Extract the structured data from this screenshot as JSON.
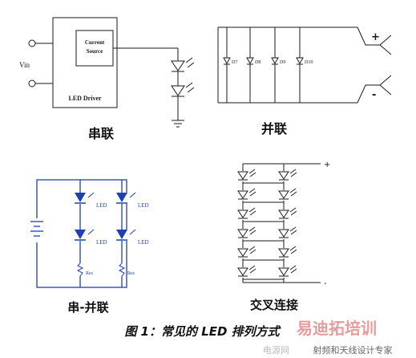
{
  "series_panel": {
    "vin": "Vin",
    "current_source_line1": "Current",
    "current_source_line2": "Source",
    "driver": "LED Driver",
    "caption": "串联"
  },
  "parallel_panel": {
    "plus": "+",
    "minus": "-",
    "leds": [
      "D7",
      "D8",
      "D9",
      "D10"
    ],
    "caption": "并联"
  },
  "series_parallel_panel": {
    "led_label": "LED",
    "res_label": "Res",
    "caption": "串-并联"
  },
  "cross_panel": {
    "plus": "+",
    "minus": "-",
    "caption": "交叉连接"
  },
  "figure": {
    "caption": "图 1：常见的 LED 排列方式"
  },
  "watermark": {
    "brand": "易迪拓培训",
    "site": "电源网",
    "slogan": "射频和天线设计专家"
  }
}
